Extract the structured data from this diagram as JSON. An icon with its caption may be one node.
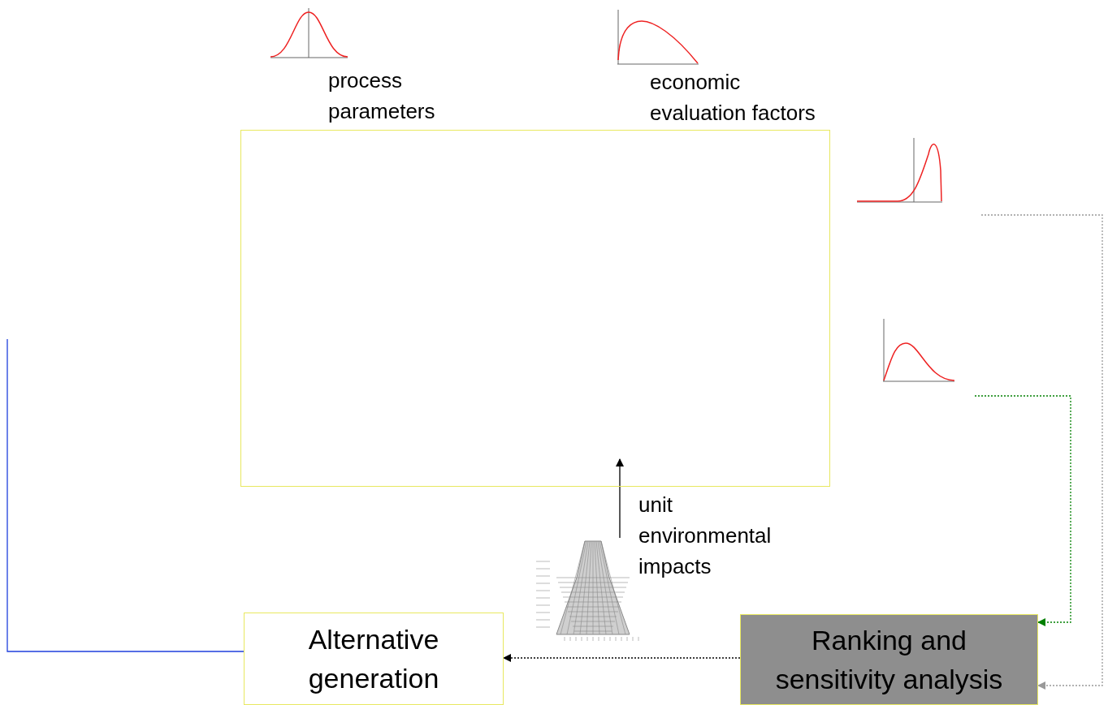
{
  "diagram": {
    "nodes": [
      {
        "text": [],
        "shape": "box"
      },
      {
        "text": [
          "Alternative generation"
        ]
      },
      {
        "text": [
          "Ranking and sensitivity analysis"
        ]
      },
      {
        "text": [],
        "shape": "picture",
        "beside": [
          "unit environmental impacts"
        ]
      },
      {
        "text": [],
        "shape": "picture"
      },
      {
        "text": [],
        "shape": "picture"
      }
    ],
    "edges": [
      {
        "from": 3,
        "to": 0,
        "arrow": "to"
      },
      {
        "from": 2,
        "to": 1,
        "arrow": "to",
        "style": "dashed"
      },
      {
        "from": 4,
        "to": 2,
        "arrow": "to",
        "style": "dashed",
        "color": "#999999"
      },
      {
        "from": 5,
        "to": 2,
        "arrow": "to",
        "style": "dashed",
        "color": "#008000"
      },
      {
        "from": 1,
        "to": null,
        "arrow": "none",
        "color": "#1f3fdd"
      }
    ],
    "labels": [
      "process parameters",
      "economic evaluation factors"
    ]
  }
}
